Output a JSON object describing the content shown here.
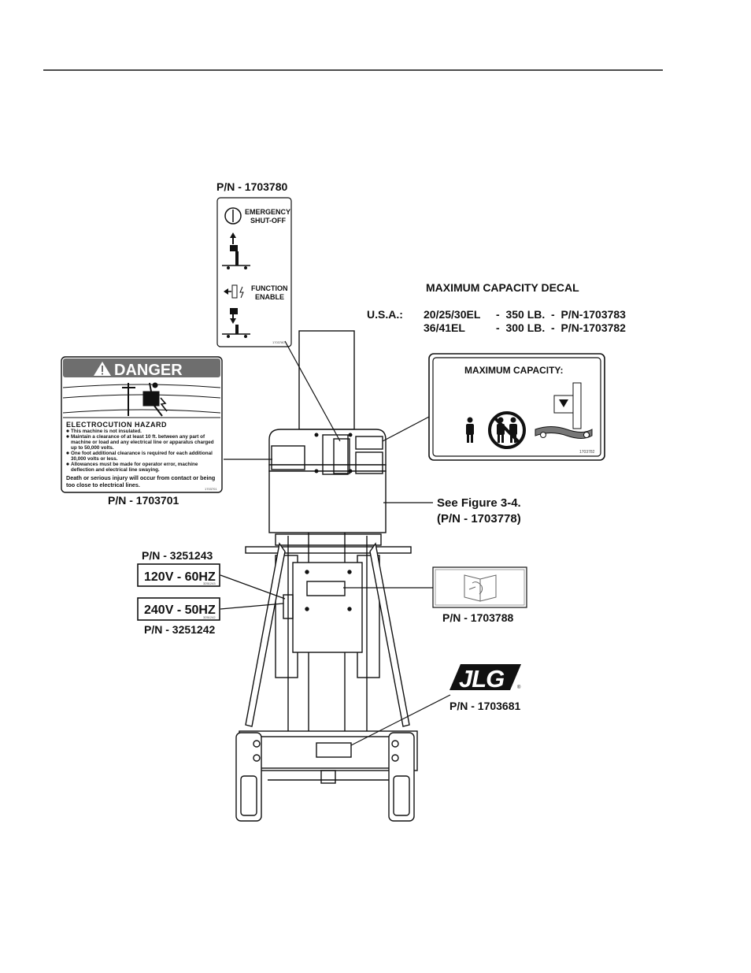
{
  "labels": {
    "pn_estop": "P/N - 1703780",
    "max_cap_title": "MAXIMUM CAPACITY DECAL",
    "usa_label": "U.S.A.:",
    "model_1": "20/25/30EL",
    "model_1_weight": "-  350 LB.  -  P/N-1703783",
    "model_2": "36/41EL",
    "model_2_weight": "-  300 LB.  -  P/N-1703782",
    "pn_danger": "P/N - 1703701",
    "see_figure": "See Figure 3-4.",
    "see_figure_pn": "(P/N - 1703778)",
    "pn_120v": "P/N - 3251243",
    "pn_240v": "P/N - 3251242",
    "pn_manual": "P/N - 1703788",
    "pn_jlg": "P/N - 1703681"
  },
  "decals": {
    "estop": {
      "emergency_1": "EMERGENCY",
      "emergency_2": "SHUT-OFF",
      "function_1": "FUNCTION",
      "function_2": "ENABLE",
      "code": "1703780"
    },
    "danger": {
      "header": "DANGER",
      "hazard_title": "ELECTROCUTION HAZARD",
      "bullets": [
        "This machine is not insulated.",
        "Maintain a clearance of at least 10 ft. between any part of",
        "machine or load and any electrical line or apparatus charged",
        "up to 50,000 volts.",
        "One foot additional clearance is required for each additional",
        "30,000 volts or less.",
        "Allowances must be made for operator error, machine",
        "deflection and electrical line swaying."
      ],
      "footer_1": "Death or serious injury will occur from contact or being",
      "footer_2": "too close to electrical lines.",
      "code": "1703701"
    },
    "capacity": {
      "title": "MAXIMUM CAPACITY:",
      "code": "1703782"
    },
    "volt_120": {
      "text": "120V - 60HZ",
      "code": "3251243"
    },
    "volt_240": {
      "text": "240V - 50HZ",
      "code": "3251242"
    },
    "jlg": {
      "logo": "JLG"
    }
  },
  "colors": {
    "danger_header_bg": "#6e6e6e",
    "line": "#111111"
  }
}
